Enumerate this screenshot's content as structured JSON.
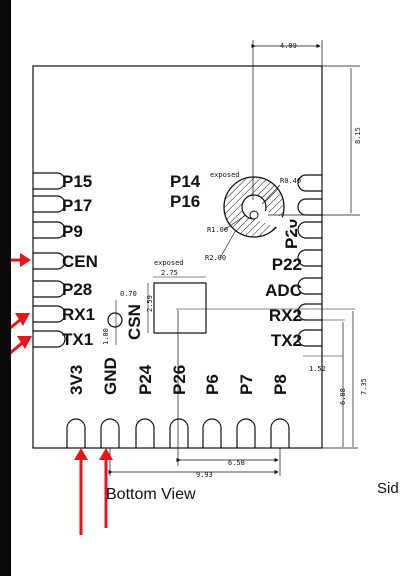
{
  "diagram": {
    "left_pins": [
      "P15",
      "P17",
      "P9",
      "CEN",
      "P28",
      "RX1",
      "TX1"
    ],
    "right_pins": [
      "P20",
      "P22",
      "ADC",
      "RX2",
      "TX2"
    ],
    "bottom_pins": [
      "3V3",
      "GND",
      "P24",
      "P26",
      "P6",
      "P7",
      "P8"
    ],
    "center_labels": {
      "p14": "P14",
      "p16": "P16",
      "csn": "CSN"
    },
    "dimensions": {
      "top_width": "4.09",
      "right_height": "8.15",
      "r040": "R0.40",
      "r100": "R1.00",
      "r200": "R2.00",
      "exposed_top": "exposed",
      "exposed_pad": "exposed",
      "pad_width": "2.75",
      "pad_height": "2.59",
      "r070": "0.70",
      "r100b": "1.00",
      "w152": "1.52",
      "h688": "6.88",
      "h735": "7.35",
      "w658": "6.58",
      "w993": "9.93"
    },
    "caption": "Bottom View",
    "side_caption": "Sid",
    "colors": {
      "arrow": "#e8141b",
      "outline": "#111111"
    }
  }
}
